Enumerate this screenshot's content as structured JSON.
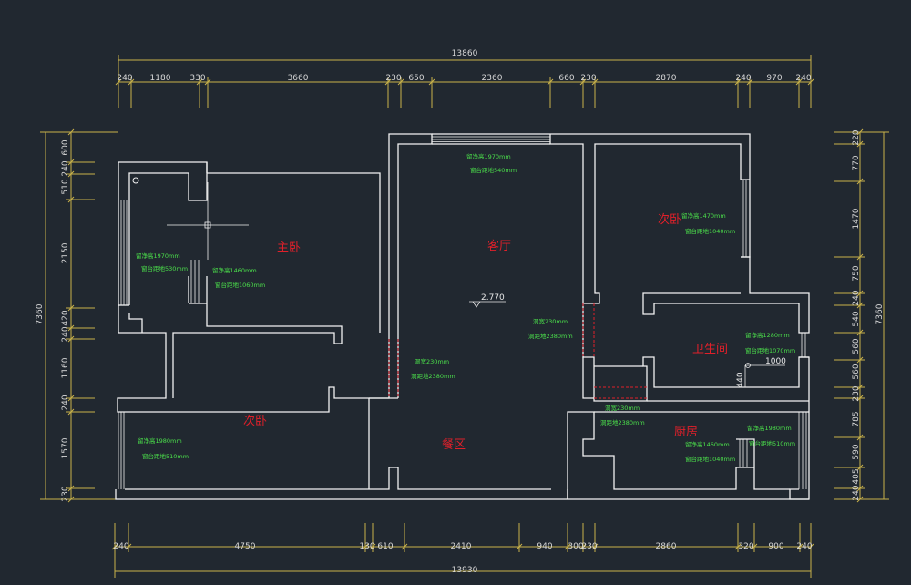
{
  "top": {
    "total": "13860",
    "segments": [
      "240",
      "1180",
      "330",
      "3660",
      "230",
      "650",
      "2360",
      "660",
      "230",
      "2870",
      "240",
      "970",
      "240"
    ]
  },
  "bottom": {
    "total": "13930",
    "segments": [
      "240",
      "4750",
      "130",
      "610",
      "2410",
      "940",
      "300",
      "230",
      "2860",
      "320",
      "900",
      "240"
    ]
  },
  "left": {
    "total": "7360",
    "segments": [
      "600",
      "240",
      "510",
      "2150",
      "420",
      "240",
      "1160",
      "240",
      "1570",
      "230"
    ]
  },
  "right": {
    "total": "7360",
    "segments": [
      "220",
      "770",
      "1470",
      "750",
      "240",
      "540",
      "560",
      "560",
      "230",
      "785",
      "590",
      "405",
      "240"
    ]
  },
  "rooms": {
    "master": "主卧",
    "living": "客厅",
    "second_ne": "次卧",
    "bath": "卫生间",
    "second_sw": "次卧",
    "dining": "餐区",
    "kitchen": "厨房"
  },
  "notes": {
    "living_win_a": "留净高1970mm",
    "living_win_b": "窗台距地540mm",
    "ne_win_a": "留净高1470mm",
    "ne_win_b": "窗台距地1040mm",
    "master_win_a": "留净高1970mm",
    "master_win_b": "窗台距地530mm",
    "master_in_a": "留净高1460mm",
    "master_in_b": "窗台距地1060mm",
    "open_e_a": "洞宽230mm",
    "open_e_b": "洞距地2380mm",
    "open_w_a": "洞宽230mm",
    "open_w_b": "洞距地2380mm",
    "bath_win_a": "留净高1280mm",
    "bath_win_b": "窗台距地1070mm",
    "kitchen_open_a": "洞宽230mm",
    "kitchen_open_b": "洞距地2380mm",
    "sw_win_a": "留净高1980mm",
    "sw_win_b": "窗台距地510mm",
    "kitchen_win_a": "留净高1460mm",
    "kitchen_win_b": "窗台距地1040mm",
    "kitchen_win2_a": "留净高1980mm",
    "kitchen_win2_b": "窗台距地510mm"
  },
  "level": "2.770",
  "bath_dim_a": "1000",
  "bath_dim_b": "440",
  "colors": {
    "background": "#212830",
    "wall": "#f2f2f2",
    "dimension": "#c9b24a",
    "room_label": "#e0202a",
    "note": "#4be04b"
  }
}
